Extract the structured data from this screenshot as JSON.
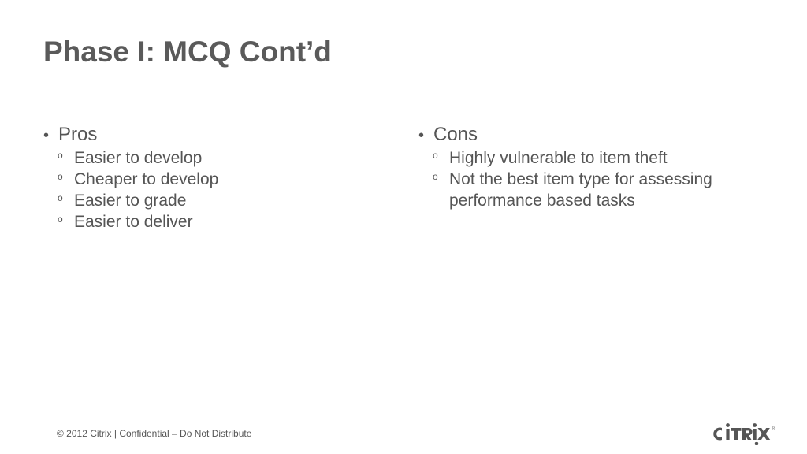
{
  "slide": {
    "title": "Phase I: MCQ Cont’d",
    "left_column": {
      "bullet": "•",
      "heading": "Pros",
      "items": [
        "Easier to develop",
        "Cheaper to develop",
        "Easier to grade",
        "Easier to deliver"
      ]
    },
    "right_column": {
      "bullet": "•",
      "heading": "Cons",
      "items": [
        "Highly vulnerable to item theft",
        "Not the best item type for assessing performance based tasks"
      ]
    },
    "sub_bullet": "o",
    "footer": "© 2012 Citrix | Confidential – Do Not Distribute",
    "logo": {
      "name": "citrix-logo",
      "text": "CiTRiX",
      "registered": "®",
      "color": "#555555"
    }
  }
}
